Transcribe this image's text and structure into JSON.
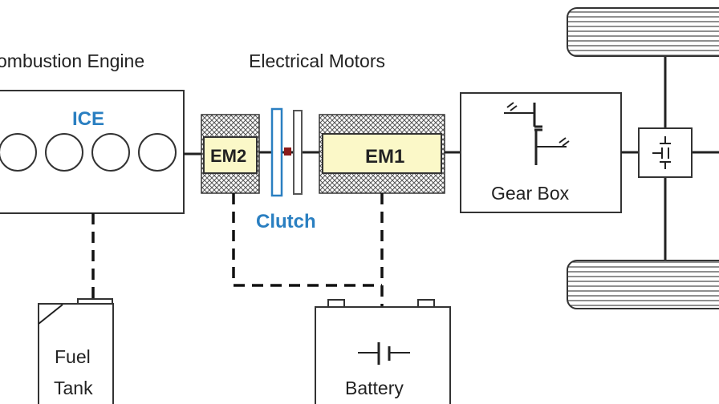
{
  "headings": {
    "combustion_engine": "ombustion Engine",
    "electrical_motors": "Electrical Motors"
  },
  "ice": {
    "label": "ICE",
    "cylinders": 4
  },
  "em2": {
    "label": "EM2"
  },
  "em1": {
    "label": "EM1"
  },
  "clutch": {
    "label": "Clutch"
  },
  "gearbox": {
    "label": "Gear Box"
  },
  "fuel_tank": {
    "line1": "Fuel",
    "line2": "Tank"
  },
  "battery": {
    "label": "Battery"
  },
  "colors": {
    "accent_blue": "#2a7fc1",
    "motor_fill": "#fbf8c8",
    "clutch_red": "#8b1a1a",
    "hatch": "#555555"
  }
}
